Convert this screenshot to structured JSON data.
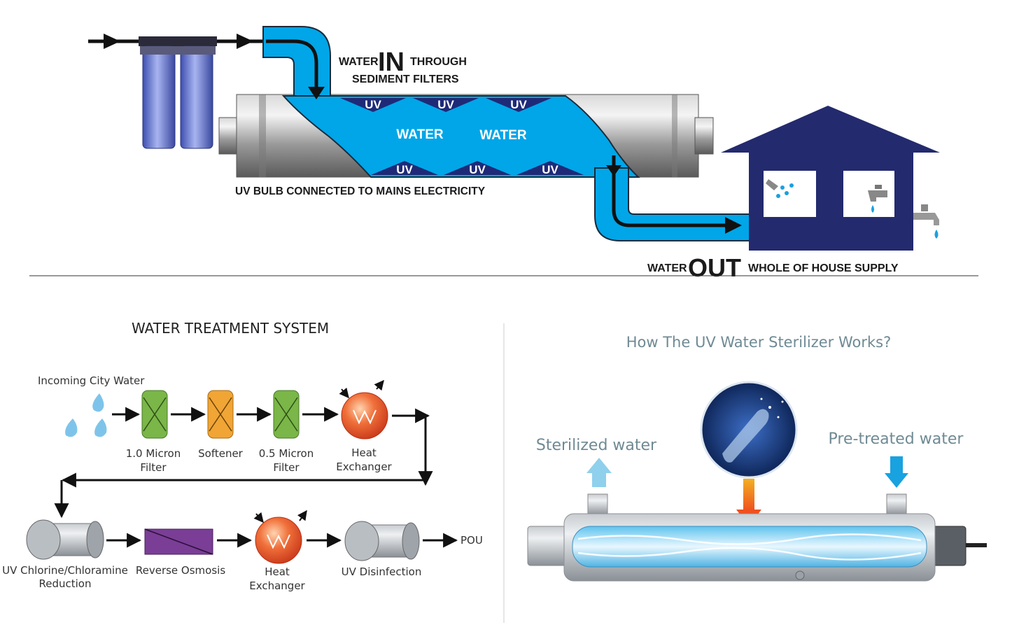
{
  "top_diagram": {
    "water_in_prefix": "WATER",
    "water_in_big": "IN",
    "water_in_suffix": "THROUGH",
    "water_in_line2": "SEDIMENT FILTERS",
    "uv_label": "UV",
    "water_label": "WATER",
    "bulb_caption": "UV BULB CONNECTED TO MAINS ELECTRICITY",
    "water_out_prefix": "WATER",
    "water_out_big": "OUT",
    "water_out_suffix": "WHOLE OF HOUSE SUPPLY",
    "colors": {
      "water": "#00a6e8",
      "water_edge": "#1b2a3a",
      "uv_arrow": "#1e2a78",
      "house": "#232a6e"
    }
  },
  "treatment_system": {
    "title": "WATER TREATMENT SYSTEM",
    "incoming": "Incoming City Water",
    "row1": [
      {
        "line1": "1.0 Micron",
        "line2": "Filter"
      },
      {
        "line1": "Softener",
        "line2": ""
      },
      {
        "line1": "0.5 Micron",
        "line2": "Filter"
      },
      {
        "line1": "Heat",
        "line2": "Exchanger"
      }
    ],
    "row2": [
      {
        "line1": "UV Chlorine/Chloramine",
        "line2": "Reduction"
      },
      {
        "line1": "Reverse Osmosis",
        "line2": ""
      },
      {
        "line1": "Heat",
        "line2": "Exchanger"
      },
      {
        "line1": "UV Disinfection",
        "line2": ""
      }
    ],
    "pou": "POU",
    "colors": {
      "filter": "#7ab648",
      "softener": "#f0a535",
      "heat": "#e8502a",
      "ro": "#7a3e96"
    }
  },
  "sterilizer": {
    "title": "How The  UV Water Sterilizer Works?",
    "sterilized": "Sterilized water",
    "pretreated": "Pre-treated water"
  }
}
